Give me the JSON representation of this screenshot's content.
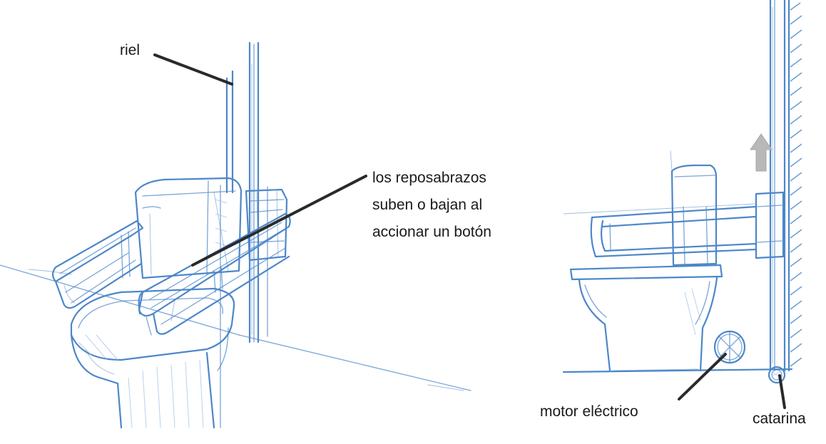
{
  "labels": {
    "rail": "riel",
    "armrests": [
      "los reposabrazos",
      "suben o bajan al",
      "accionar un botón"
    ],
    "motor": "motor eléctrico",
    "sprocket": "catarina"
  },
  "colors": {
    "sketch": "#4d87c9",
    "leader": "#2a2a2a",
    "arrow": "#b8b8b8"
  }
}
